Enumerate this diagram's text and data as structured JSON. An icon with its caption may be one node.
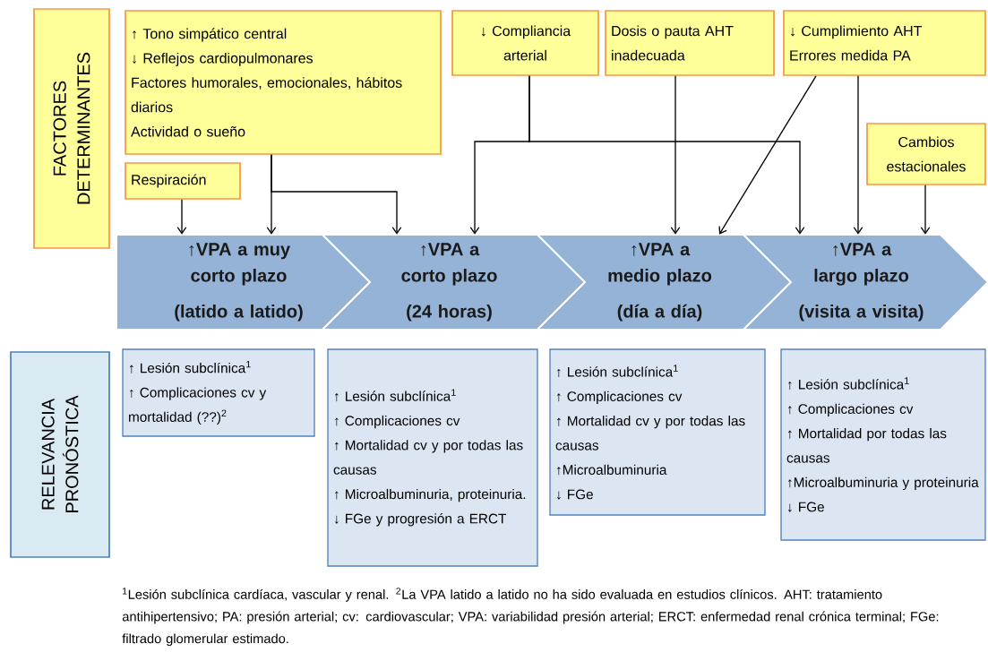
{
  "diagram": {
    "nodes": [
      {
        "text": [
          "FACTORES DETERMINANTES"
        ]
      },
      {
        "text": [
          "↑ Tono simpático central",
          "↓ Reflejos cardiopulmonares",
          "Factores humorales, emocionales, hábitos diarios",
          "Actividad o sueño"
        ]
      },
      {
        "text": [
          "Respiración"
        ]
      },
      {
        "text": [
          "↓ Compliancia arterial"
        ]
      },
      {
        "text": [
          "Dosis o pauta AHT inadecuada"
        ]
      },
      {
        "text": [
          "↓ Cumplimiento AHT",
          "Errores medida PA"
        ]
      },
      {
        "text": [
          "Cambios estacionales"
        ]
      },
      {
        "text": [
          "↑VPA a muy corto plazo",
          "(latido a latido)"
        ]
      },
      {
        "text": [
          "↑VPA a corto plazo",
          "(24 horas)"
        ]
      },
      {
        "text": [
          "↑VPA a medio plazo",
          "(día a día)"
        ]
      },
      {
        "text": [
          "↑VPA a largo plazo",
          "(visita a visita)"
        ]
      },
      {
        "text": [
          "RELEVANCIA PRONÓSTICA"
        ]
      },
      {
        "text": [
          "↑ Lesión subclínica$^{1}$",
          "↑ Complicaciones cv y mortalidad (??)$^{2}$"
        ]
      },
      {
        "text": [
          "↑ Lesión subclínica$^{1}$",
          "↑ Complicaciones cv",
          "↑ Mortalidad cv y por todas las causas",
          "↑ Microalbuminuria, proteinuria.",
          "↓ FGe y progresión a ERCT"
        ]
      },
      {
        "text": [
          "↑ Lesión subclínica$^{1}$",
          "↑ Complicaciones cv",
          "↑ Mortalidad cv y por todas las causas",
          "↑Microalbuminuria",
          "↓ FGe"
        ]
      },
      {
        "text": [
          "↑ Lesión subclínica$^{1}$",
          "↑ Complicaciones cv",
          "↑ Mortalidad por todas las causas",
          "↑Microalbuminuria y proteinuria",
          "↓ FGe"
        ]
      }
    ],
    "edges": [
      {
        "from": 2,
        "to": 7,
        "arrow": "to"
      },
      {
        "from": 1,
        "to": 7,
        "arrow": "to"
      },
      {
        "from": 1,
        "to": 8,
        "arrow": "to"
      },
      {
        "from": 3,
        "to": 8,
        "arrow": "to"
      },
      {
        "from": 3,
        "to": 10,
        "arrow": "to"
      },
      {
        "from": 4,
        "to": 9,
        "arrow": "to"
      },
      {
        "from": 5,
        "to": 9,
        "arrow": "to"
      },
      {
        "from": 5,
        "to": 10,
        "arrow": "to"
      },
      {
        "from": 6,
        "to": 10,
        "arrow": "to"
      }
    ],
    "labels": [
      "$^{1}$Lesión subclínica cardíaca, vascular y renal. $^{2}$La VPA latido a latido no ha sido evaluada en estudios clínicos. AHT: tratamiento antihipertensivo; PA: presión arterial; cv: cardiovascular; VPA: variabilidad presión arterial; ERCT: enfermedad renal crónica terminal; FGe: filtrado glomerular estimado."
    ]
  }
}
